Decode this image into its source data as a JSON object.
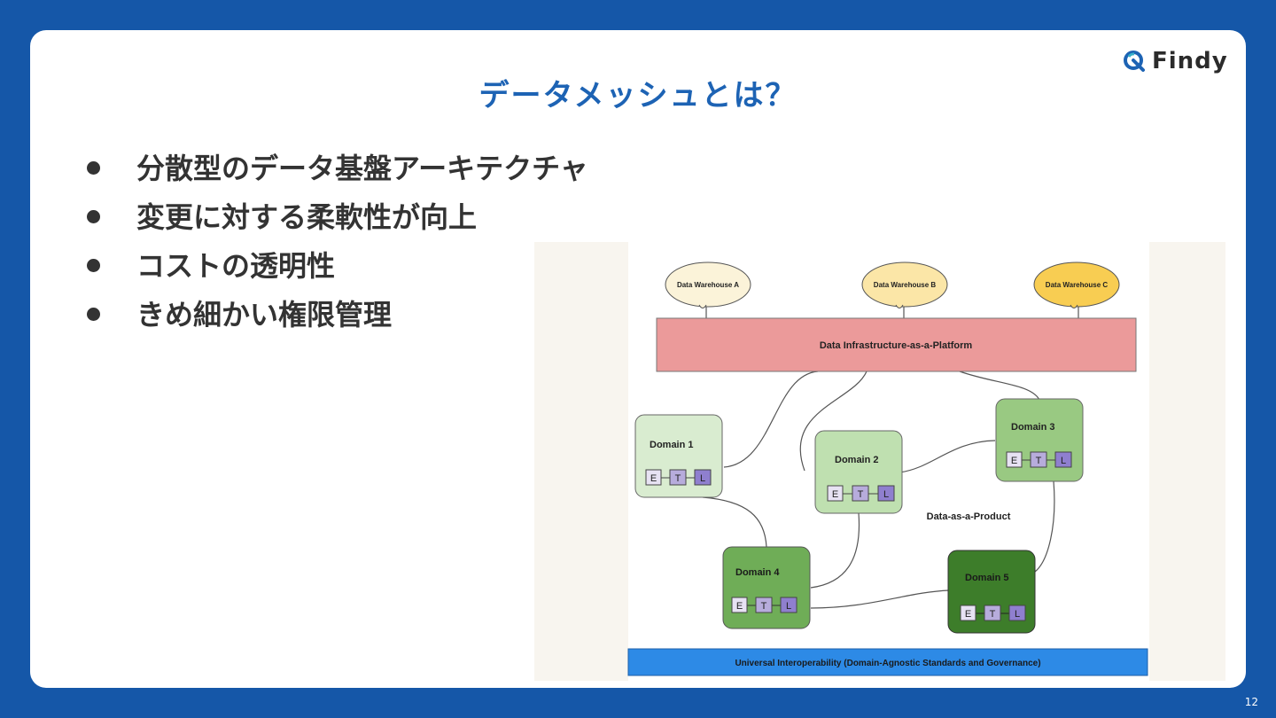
{
  "slide": {
    "title": "データメッシュとは？",
    "page_number": "12",
    "logo": {
      "text": "Findy",
      "icon": "findy-logo-icon"
    },
    "bullets": [
      "分散型のデータ基盤アーキテクチャ",
      "変更に対する柔軟性が向上",
      "コストの透明性",
      "きめ細かい権限管理"
    ]
  },
  "diagram": {
    "warehouses": [
      "Data Warehouse A",
      "Data Warehouse B",
      "Data Warehouse C"
    ],
    "platform": "Data Infrastructure-as-a-Platform",
    "domains": [
      "Domain 1",
      "Domain 2",
      "Domain 3",
      "Domain 4",
      "Domain 5"
    ],
    "etl": [
      "E",
      "T",
      "L"
    ],
    "product_label": "Data-as-a-Product",
    "governance": "Universal Interoperability (Domain-Agnostic Standards and Governance)"
  },
  "colors": {
    "frame": "#1557a8",
    "title": "#1d63b4",
    "platform": "#eb9a9a",
    "governance": "#2d8ae6",
    "domain_light": "#d9ecd0",
    "domain_mid": "#a9d494",
    "domain_dark": "#3d7d2a"
  }
}
